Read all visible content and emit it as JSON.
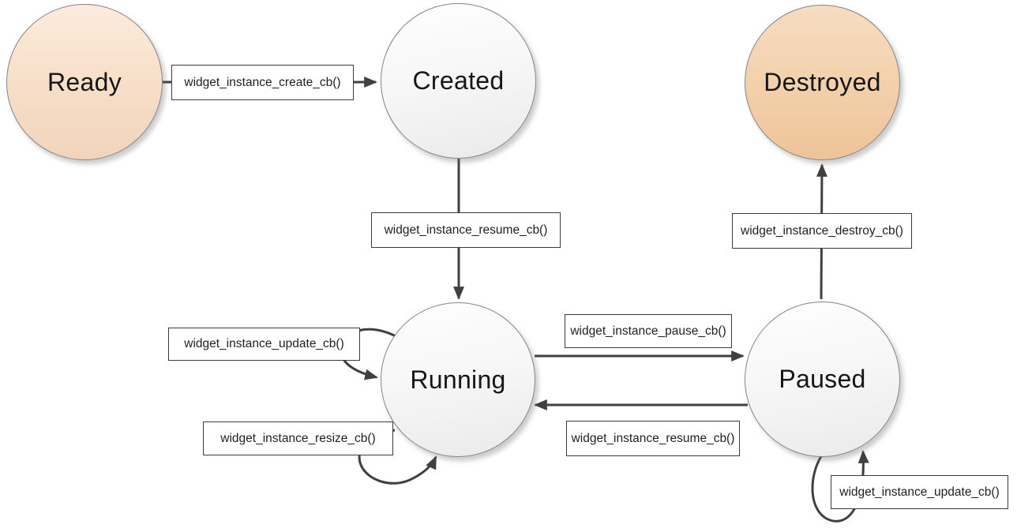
{
  "diagram": {
    "type": "state-machine",
    "subject": "widget instance lifecycle",
    "states": [
      {
        "id": "ready",
        "label": "Ready",
        "style": "peach-light"
      },
      {
        "id": "created",
        "label": "Created",
        "style": "neutral"
      },
      {
        "id": "destroyed",
        "label": "Destroyed",
        "style": "peach-dark"
      },
      {
        "id": "running",
        "label": "Running",
        "style": "neutral"
      },
      {
        "id": "paused",
        "label": "Paused",
        "style": "neutral"
      }
    ],
    "transitions": [
      {
        "from": "Ready",
        "to": "Created",
        "label": "widget_instance_create_cb()"
      },
      {
        "from": "Created",
        "to": "Running",
        "label": "widget_instance_resume_cb()"
      },
      {
        "from": "Running",
        "to": "Running",
        "label": "widget_instance_update_cb()"
      },
      {
        "from": "Running",
        "to": "Running",
        "label": "widget_instance_resize_cb()"
      },
      {
        "from": "Running",
        "to": "Paused",
        "label": "widget_instance_pause_cb()"
      },
      {
        "from": "Paused",
        "to": "Running",
        "label": "widget_instance_resume_cb()"
      },
      {
        "from": "Paused",
        "to": "Destroyed",
        "label": "widget_instance_destroy_cb()"
      },
      {
        "from": "Paused",
        "to": "Paused",
        "label": "widget_instance_update_cb()"
      }
    ],
    "colors": {
      "state_initial_top": "#fcebdd",
      "state_initial_bottom": "#f1d4ba",
      "state_final_top": "#f7dcc2",
      "state_final_bottom": "#eec499",
      "state_neutral_top": "#fefefe",
      "state_neutral_bottom": "#eaeaea",
      "edge_stroke": "#404040",
      "circle_border": "#848484",
      "label_border": "#3b3b3b",
      "label_background": "#ffffff"
    }
  }
}
